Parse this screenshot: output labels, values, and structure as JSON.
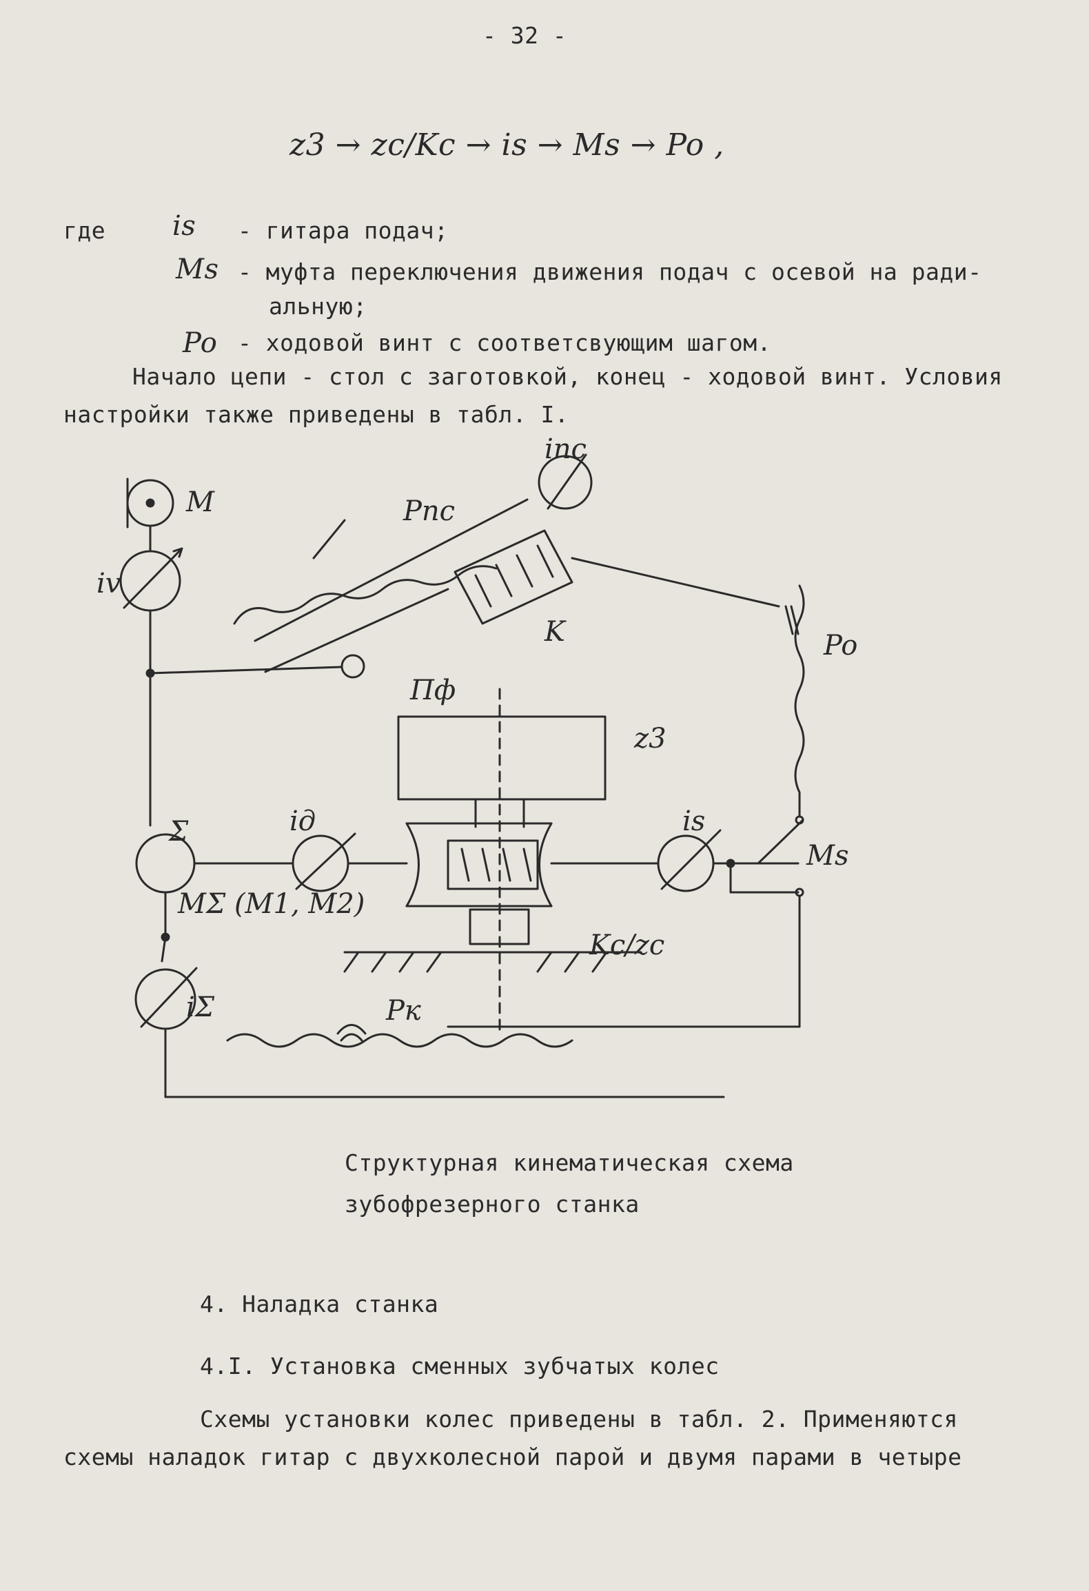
{
  "page_number": "- 32 -",
  "formula": "z3 → zc/Kc → is → Ms → Po ,",
  "definitions": [
    {
      "symbol": "is",
      "text": "- гитара подач;"
    },
    {
      "symbol": "Ms",
      "text": "- муфта переключения движения подач с осевой на ради-"
    },
    {
      "symbol": "",
      "text": "альную;"
    },
    {
      "symbol": "Po",
      "text": "- ходовой винт с соответсвующим шагом."
    }
  ],
  "where_label": "где",
  "paragraph_lines": [
    "Начало цепи - стол с заготовкой, конец - ходовой винт. Условия",
    "настройки также приведены в табл. I."
  ],
  "diagram_labels": {
    "M": "M",
    "iv": "iv",
    "ipc": "iпс",
    "Ppc": "Pпс",
    "K": "K",
    "Pf": "Пф",
    "Po": "Po",
    "z3": "z3",
    "Sigma": "Σ",
    "id": "iд",
    "is": "is",
    "Ms": "Ms",
    "MSigma": "MΣ (M1, M2)",
    "Kczc": "Kc/zc",
    "iSigma": "iΣ",
    "Pk": "Pк"
  },
  "caption_lines": [
    "Структурная кинематическая схема",
    "зубофрезерного станка"
  ],
  "section_4": "4. Наладка станка",
  "section_4_1": "4.I. Установка сменных зубчатых колес",
  "bottom_lines": [
    "Схемы установки колес приведены в табл. 2.   Применяются",
    "схемы наладок гитар с двухколесной парой и двумя парами в четыре"
  ]
}
